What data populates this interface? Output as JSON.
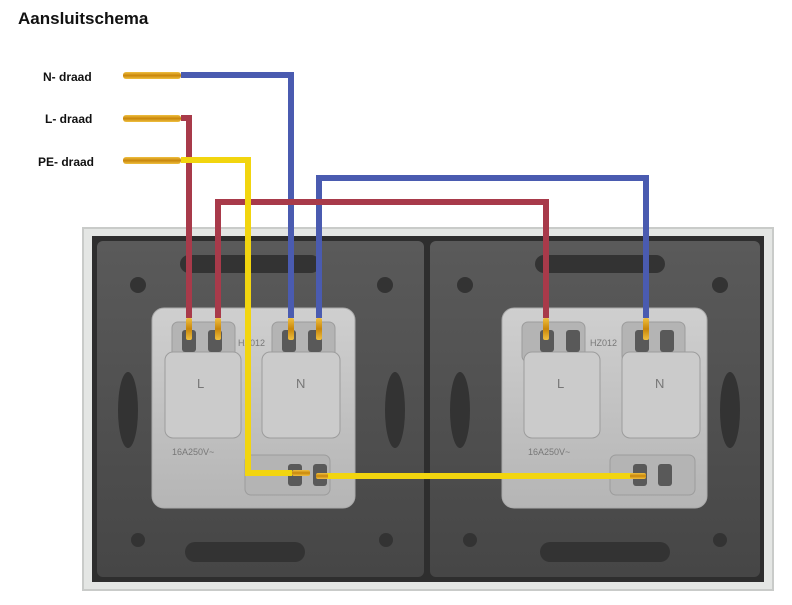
{
  "title": "Aansluitschema",
  "labels": {
    "n_wire": "N- draad",
    "l_wire": "L- draad",
    "pe_wire": "PE- draad"
  },
  "socket_left": {
    "model": "HZ012",
    "rating": "16A250V~",
    "terminal_l": "L",
    "terminal_n": "N"
  },
  "socket_right": {
    "model": "HZ012",
    "rating": "16A250V~",
    "terminal_l": "L",
    "terminal_n": "N"
  },
  "colors": {
    "neutral": "#4a5bb0",
    "live": "#a83a4a",
    "earth": "#f2d50f",
    "copper": "#d99a10",
    "plate": "#4f4f4f",
    "frame": "#e6e8e6",
    "module": "#c4c4c4"
  }
}
